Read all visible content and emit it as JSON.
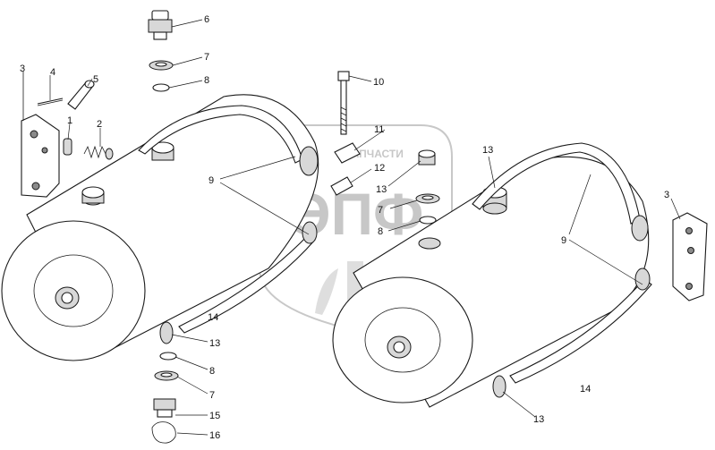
{
  "watermark": {
    "brand": "ЭПФ",
    "tagline": "ЗАПЧАСТИ"
  },
  "callouts": [
    {
      "id": "c3a",
      "text": "3"
    },
    {
      "id": "c4",
      "text": "4"
    },
    {
      "id": "c5",
      "text": "5"
    },
    {
      "id": "c1",
      "text": "1"
    },
    {
      "id": "c2",
      "text": "2"
    },
    {
      "id": "c6",
      "text": "6"
    },
    {
      "id": "c7a",
      "text": "7"
    },
    {
      "id": "c8a",
      "text": "8"
    },
    {
      "id": "c10",
      "text": "10"
    },
    {
      "id": "c11",
      "text": "11"
    },
    {
      "id": "c12",
      "text": "12"
    },
    {
      "id": "c13a",
      "text": "13"
    },
    {
      "id": "c7b",
      "text": "7"
    },
    {
      "id": "c8b",
      "text": "8"
    },
    {
      "id": "c13b",
      "text": "13"
    },
    {
      "id": "c9a",
      "text": "9"
    },
    {
      "id": "c9b",
      "text": "9"
    },
    {
      "id": "c3b",
      "text": "3"
    },
    {
      "id": "c14a",
      "text": "14"
    },
    {
      "id": "c13c",
      "text": "13"
    },
    {
      "id": "c8c",
      "text": "8"
    },
    {
      "id": "c7c",
      "text": "7"
    },
    {
      "id": "c15",
      "text": "15"
    },
    {
      "id": "c16",
      "text": "16"
    },
    {
      "id": "c14b",
      "text": "14"
    },
    {
      "id": "c13d",
      "text": "13"
    }
  ]
}
